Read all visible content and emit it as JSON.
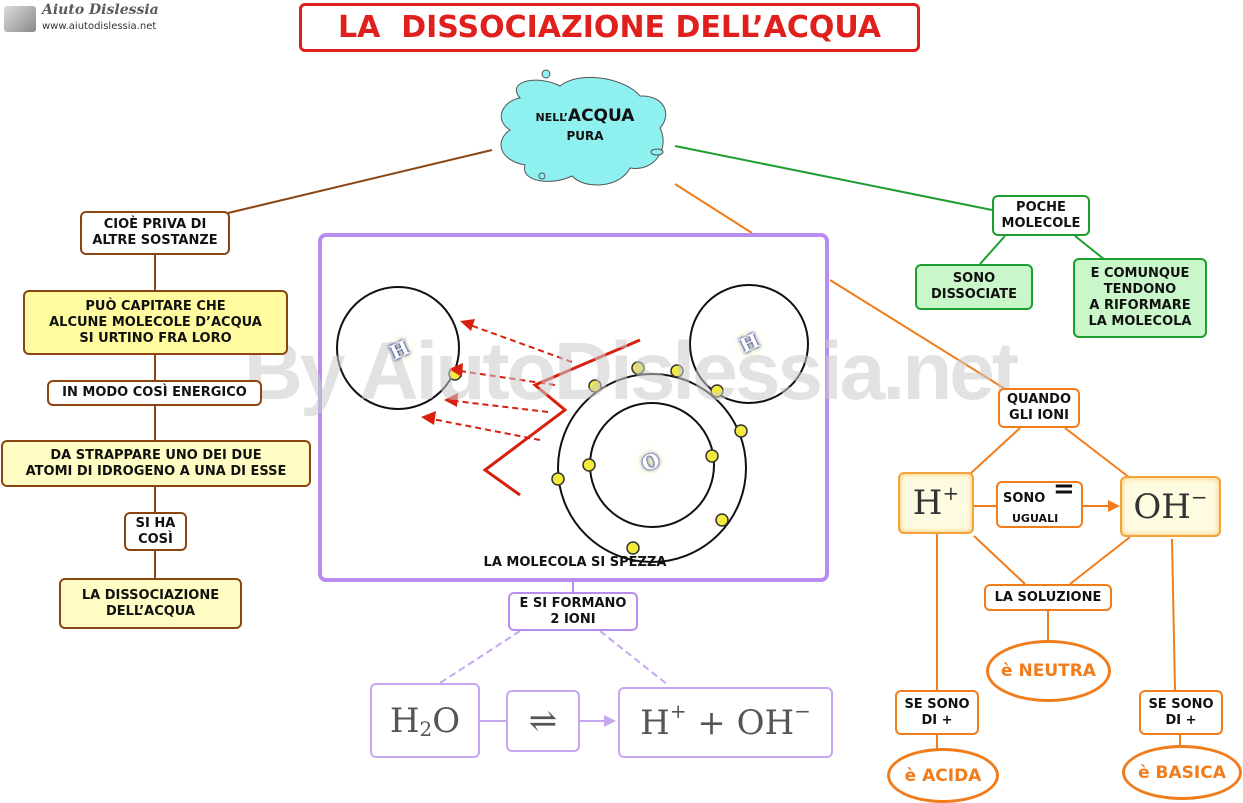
{
  "logo": {
    "name": "Aiuto Dislessia",
    "url": "www.aiutodislessia.net"
  },
  "watermark": "By AiutoDislessia.net",
  "title": "LA  DISSOCIAZIONE DELL’ACQUA",
  "cloud": {
    "prefix": "NELL’",
    "main": "ACQUA",
    "sub": "PURA"
  },
  "left": [
    "CIOÈ PRIVA DI\nALTRE SOSTANZE",
    "PUÒ CAPITARE  CHE\nALCUNE  MOLECOLE  D’ACQUA\nSI  URTINO  FRA LORO",
    "IN MODO COSÌ ENERGICO",
    "DA STRAPPARE UNO DEI DUE\nATOMI DI IDROGENO A UNA DI ESSE",
    "SI HA\nCOSÌ",
    "LA DISSOCIAZIONE\nDELL’ACQUA"
  ],
  "green": {
    "top": "POCHE\nMOLECOLE",
    "left": "SONO\nDISSOCIATE",
    "right": "E COMUNQUE\nTENDONO\nA RIFORMARE\nLA MOLECOLA"
  },
  "molecule": {
    "caption": "LA MOLECOLA SI SPEZZA",
    "h_label": "H",
    "o_label": "O"
  },
  "formano": "E SI FORMANO\n2 IONI",
  "equation": {
    "h2o_h": "H",
    "h2o_2": "2",
    "h2o_o": "O",
    "arrow": "⇌",
    "h": "H",
    "plus_sup": "+",
    "plus": " + ",
    "oh": "OH",
    "minus_sup": "−"
  },
  "right": {
    "quando": "QUANDO\nGLI IONI",
    "h_ion": "H",
    "h_sign": "+",
    "oh_ion": "OH",
    "oh_sign": "−",
    "sono": "SONO",
    "eq_sign": "=",
    "uguali": "UGUALI",
    "soluzione": "LA SOLUZIONE",
    "neutra": "è NEUTRA",
    "se_h": "SE SONO\nDI +",
    "acida": "è ACIDA",
    "se_oh": "SE SONO\nDI +",
    "basica": "è BASICA"
  },
  "colors": {
    "title": "#e0201c",
    "cloud": "#8ff0f0",
    "arrows": "#d82010",
    "electrons": "#f3ea3c",
    "orange": "#f07c1c",
    "green": "#1e9e2e",
    "brown": "#8B4513",
    "purple": "#b98cf0"
  }
}
